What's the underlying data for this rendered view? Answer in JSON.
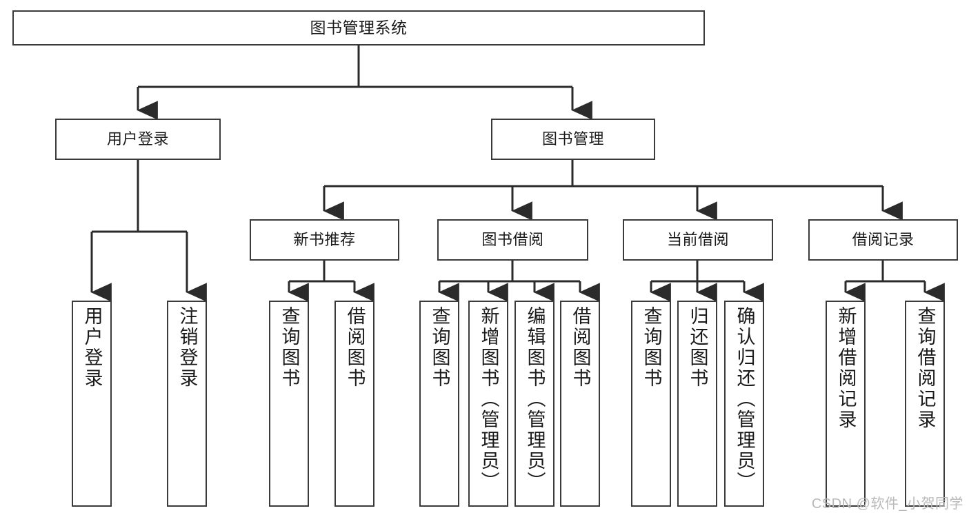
{
  "diagram": {
    "type": "tree",
    "title": "图书管理系统",
    "watermark": "CSDN @软件_小贺同学",
    "colors": {
      "background": "#ffffff",
      "border": "#3a3a3a",
      "line": "#2b2b2b",
      "text": "#1a1a1a",
      "watermark": "#b9b9b9"
    }
  },
  "nodes": {
    "root": {
      "label": "图书管理系统"
    },
    "level1": [
      {
        "label": "用户登录"
      },
      {
        "label": "图书管理"
      }
    ],
    "level2": [
      {
        "label": "新书推荐"
      },
      {
        "label": "图书借阅"
      },
      {
        "label": "当前借阅"
      },
      {
        "label": "借阅记录"
      }
    ],
    "leaves_user_login": [
      {
        "label": "用户登录"
      },
      {
        "label": "注销登录"
      }
    ],
    "leaves_new_book": [
      {
        "label": "查询图书"
      },
      {
        "label": "借阅图书"
      }
    ],
    "leaves_borrow": [
      {
        "label": "查询图书"
      },
      {
        "label": "新增图书（管理员）"
      },
      {
        "label": "编辑图书（管理员）"
      },
      {
        "label": "借阅图书"
      }
    ],
    "leaves_current": [
      {
        "label": "查询图书"
      },
      {
        "label": "归还图书"
      },
      {
        "label": "确认归还（管理员）"
      }
    ],
    "leaves_records": [
      {
        "label": "新增借阅记录"
      },
      {
        "label": "查询借阅记录"
      }
    ]
  }
}
